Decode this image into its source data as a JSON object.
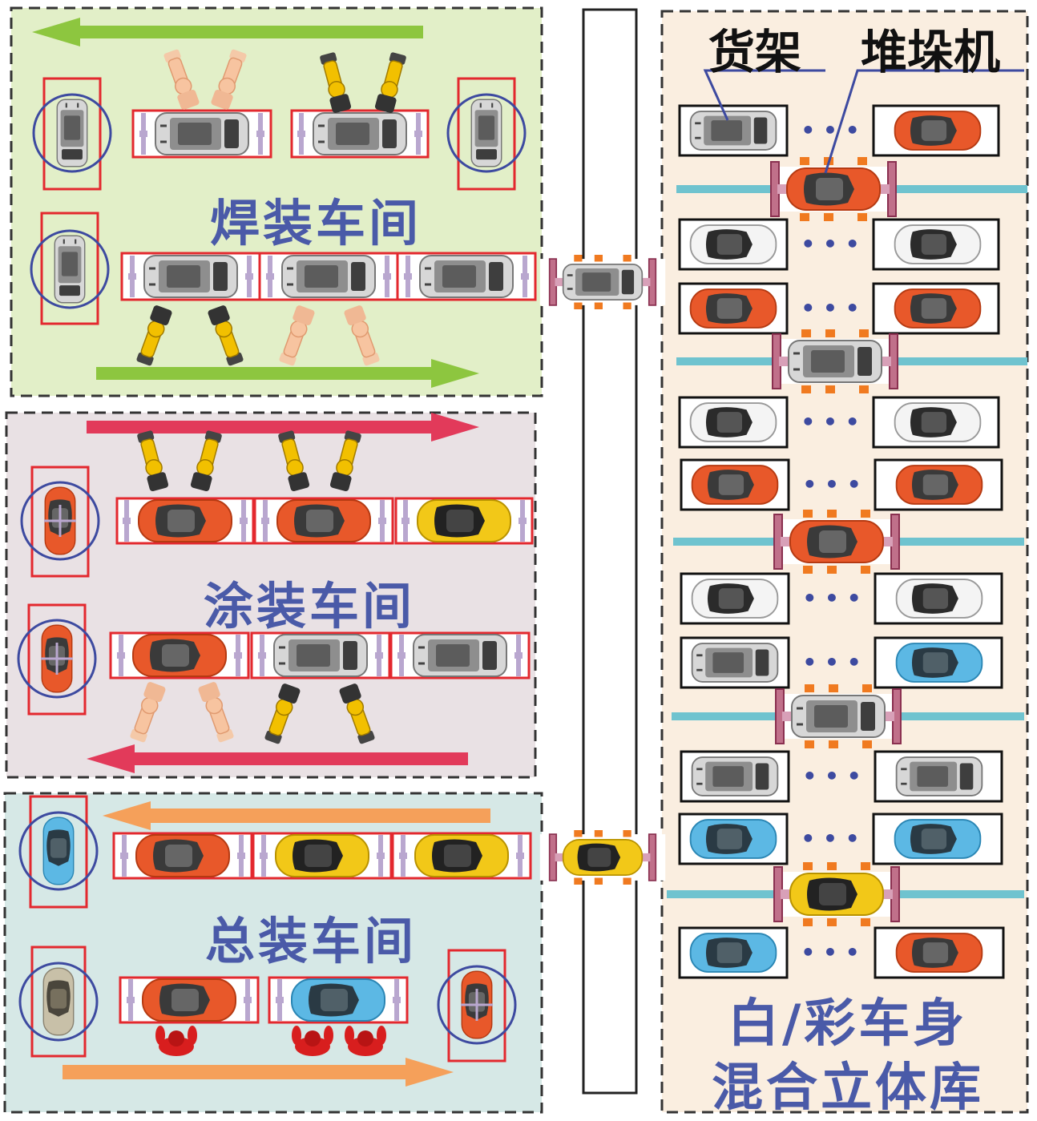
{
  "labels": {
    "welding": "焊装车间",
    "painting": "涂装车间",
    "assembly": "总装车间",
    "warehouse_line1": "白/彩车身",
    "warehouse_line2": "混合立体库",
    "shelf": "货架",
    "stacker": "堆垛机",
    "dots": "• • •"
  },
  "colors": {
    "welding_bg": "#e2efc8",
    "painting_bg": "#e9e1e4",
    "assembly_bg": "#d6e8e6",
    "warehouse_bg": "#faeee0",
    "arrow_green": "#8dc63f",
    "arrow_red": "#e23a5a",
    "arrow_orange": "#f5a05a",
    "car_white": "#f2f2f2",
    "car_orange": "#e8582a",
    "car_yellow": "#f2c818",
    "car_blue": "#5cb8e4",
    "car_silver": "#c8c0a8",
    "body_gray": "#b5b5b5",
    "red_frame": "#e3282e",
    "rail": "#6fc3cf",
    "label_blue": "#4a5aa8"
  },
  "icons": [
    "car-icon",
    "car-body-icon",
    "robot-arm-icon",
    "worker-icon",
    "stacker-crane-icon",
    "turntable-icon",
    "flow-arrow-icon"
  ]
}
